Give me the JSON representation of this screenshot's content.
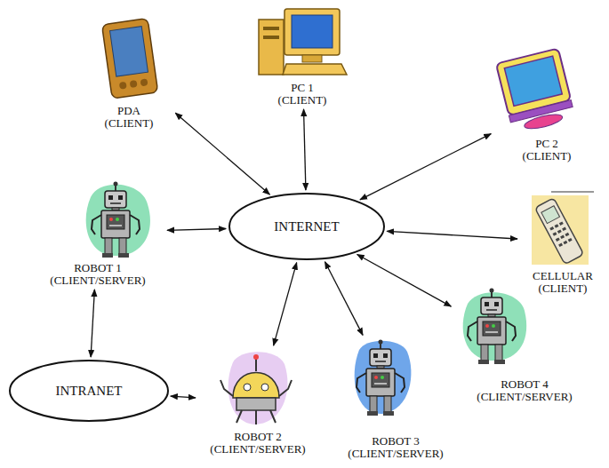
{
  "diagram": {
    "nodes": [
      {
        "text": [
          "PC 1 (CLIENT)"
        ]
      },
      {
        "text": [
          "PDA (CLIENT)"
        ]
      },
      {
        "text": [
          "PC 2 (CLIENT)"
        ]
      },
      {
        "text": [
          "INTERNET"
        ]
      },
      {
        "text": [
          "ROBOT 1 (CLIENT/SERVER)"
        ]
      },
      {
        "text": [
          "CELLULAR (CLIENT)"
        ]
      },
      {
        "text": [
          "ROBOT 4 (CLIENT/SERVER)"
        ]
      },
      {
        "text": [
          "INTRANET"
        ]
      },
      {
        "text": [
          "ROBOT 2 (CLIENT/SERVER)"
        ]
      },
      {
        "text": [
          "ROBOT 3 (CLIENT/SERVER)"
        ]
      }
    ],
    "edges": [
      {
        "from": 0,
        "to": 3,
        "arrow": "both"
      },
      {
        "from": 1,
        "to": 3,
        "arrow": "both"
      },
      {
        "from": 2,
        "to": 3,
        "arrow": "both"
      },
      {
        "from": 4,
        "to": 3,
        "arrow": "both"
      },
      {
        "from": 5,
        "to": 3,
        "arrow": "both"
      },
      {
        "from": 6,
        "to": 3,
        "arrow": "both"
      },
      {
        "from": 8,
        "to": 3,
        "arrow": "both"
      },
      {
        "from": 9,
        "to": 3,
        "arrow": "both"
      },
      {
        "from": 4,
        "to": 7,
        "arrow": "both"
      },
      {
        "from": 7,
        "to": 8,
        "arrow": "both"
      }
    ]
  }
}
